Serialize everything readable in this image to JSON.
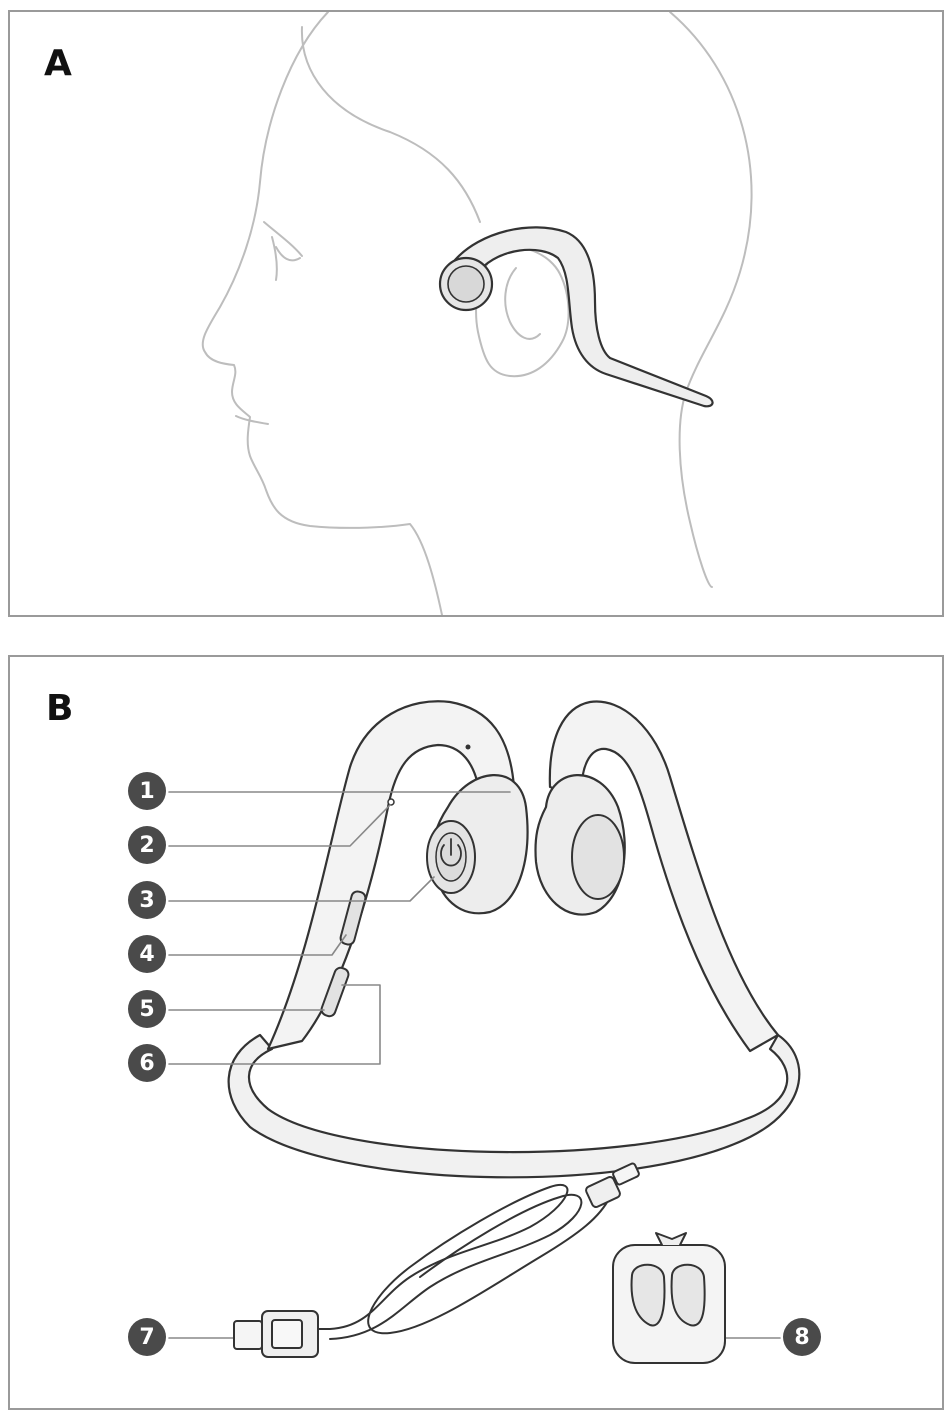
{
  "panels": [
    {
      "letter": "A"
    },
    {
      "letter": "B"
    }
  ],
  "callouts": [
    {
      "number": "1"
    },
    {
      "number": "2"
    },
    {
      "number": "3"
    },
    {
      "number": "4"
    },
    {
      "number": "5"
    },
    {
      "number": "6"
    },
    {
      "number": "7"
    },
    {
      "number": "8"
    }
  ],
  "colors": {
    "outline": "#9a9a9a",
    "line_dark": "#333333",
    "line_light": "#b8b8b8",
    "callout_fill": "#4a4a4a"
  }
}
